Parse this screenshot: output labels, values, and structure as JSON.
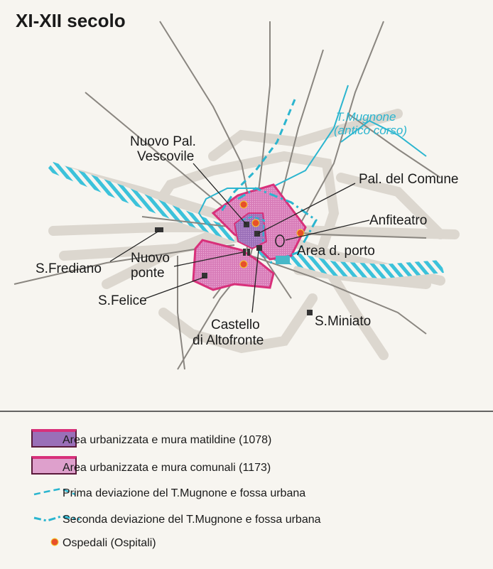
{
  "title": "XI-XII secolo",
  "river": {
    "name": "T.Mugnone",
    "note": "(antico corso)"
  },
  "places": {
    "vescovile_1": "Nuovo Pal.",
    "vescovile_2": "Vescovile",
    "comune": "Pal. del Comune",
    "anfiteatro": "Anfiteatro",
    "porto": "Area d. porto",
    "frediano": "S.Frediano",
    "ponte_1": "Nuovo",
    "ponte_2": "ponte",
    "felice": "S.Felice",
    "castello_1": "Castello",
    "castello_2": "di Altofronte",
    "miniato": "S.Miniato"
  },
  "legend": [
    {
      "symbol": "matildine-area",
      "label": "Area urbanizzata e mura matildine (1078)",
      "color": "#9a6fb8"
    },
    {
      "symbol": "comunali-area",
      "label": "Area urbanizzata e mura comunali (1173)",
      "color": "#d890c0"
    },
    {
      "symbol": "dashed-line",
      "label": "Prima deviazione del T.Mugnone e fossa urbana",
      "color": "#2bb5cf"
    },
    {
      "symbol": "dash-dot-line",
      "label": "Seconda deviazione del T.Mugnone e fossa urbana",
      "color": "#2bb5cf"
    },
    {
      "symbol": "hospital-dot",
      "label": "Ospedali (Ospitali)",
      "color": "#e8502a"
    }
  ]
}
